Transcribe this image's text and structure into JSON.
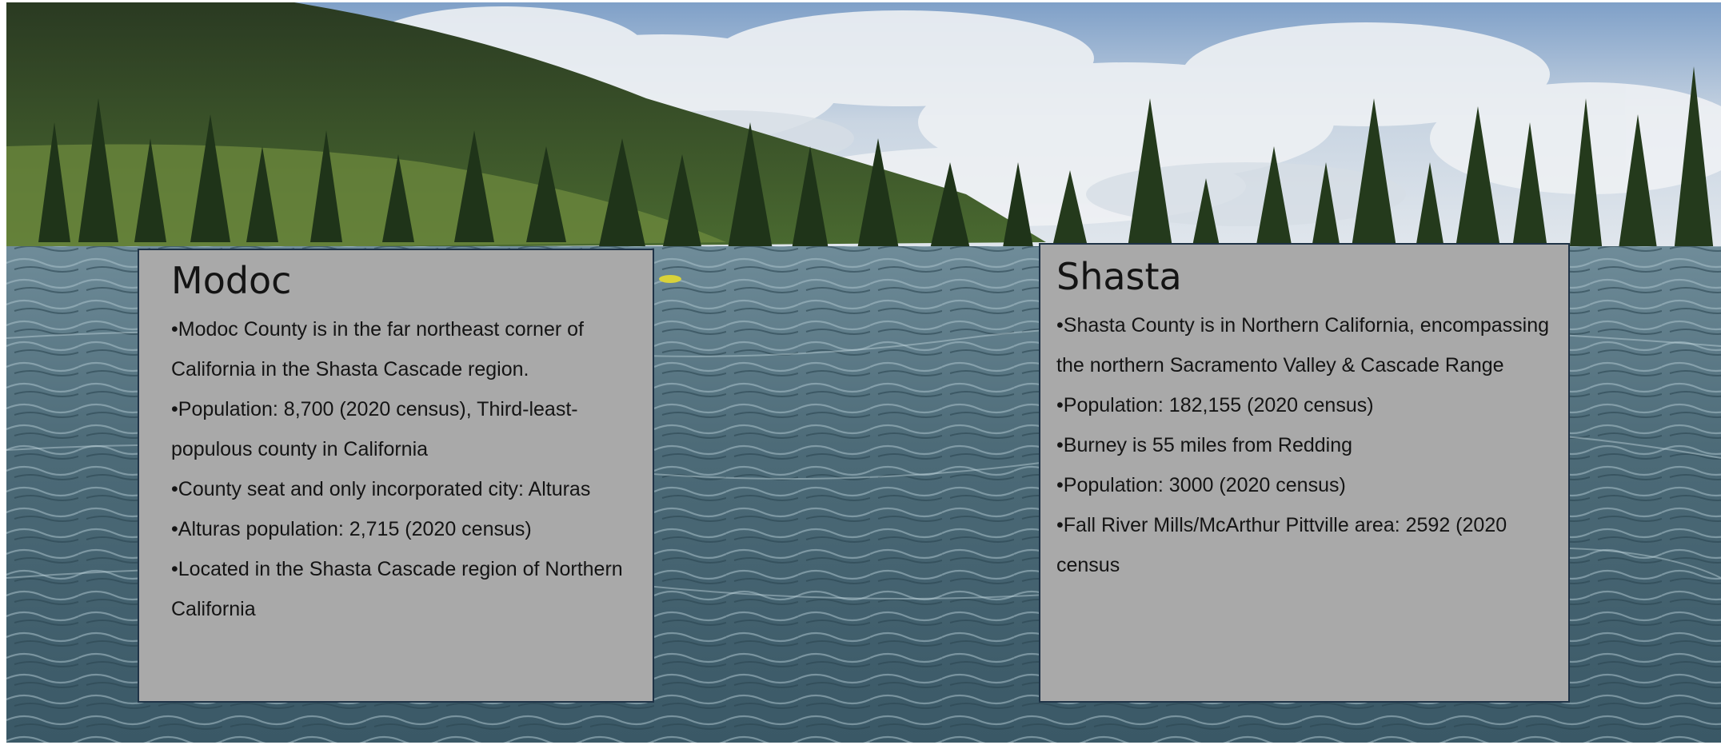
{
  "cards": {
    "modoc": {
      "title": "Modoc",
      "bullets": [
        "Modoc County is in the far northeast corner of California in the Shasta Cascade region.",
        "Population: 8,700 (2020 census), Third-least-populous county in California",
        "County seat and only incorporated city: Alturas",
        "Alturas population: 2,715 (2020 census)",
        "Located in the Shasta Cascade region of Northern California"
      ]
    },
    "shasta": {
      "title": "Shasta",
      "bullets": [
        "Shasta County is in Northern California, encompassing the northern Sacramento Valley & Cascade Range",
        "Population: 182,155 (2020 census)",
        "Burney is 55 miles from Redding",
        "Population: 3000 (2020 census)",
        "Fall River Mills/McArthur Pittville area: 2592 (2020 census"
      ]
    }
  },
  "colors": {
    "card_bg": "#a9a9a9",
    "card_border": "#1f3347",
    "water": "#4f6f7c",
    "sky": "#b9c9d8",
    "forest": "#2f4a24"
  }
}
